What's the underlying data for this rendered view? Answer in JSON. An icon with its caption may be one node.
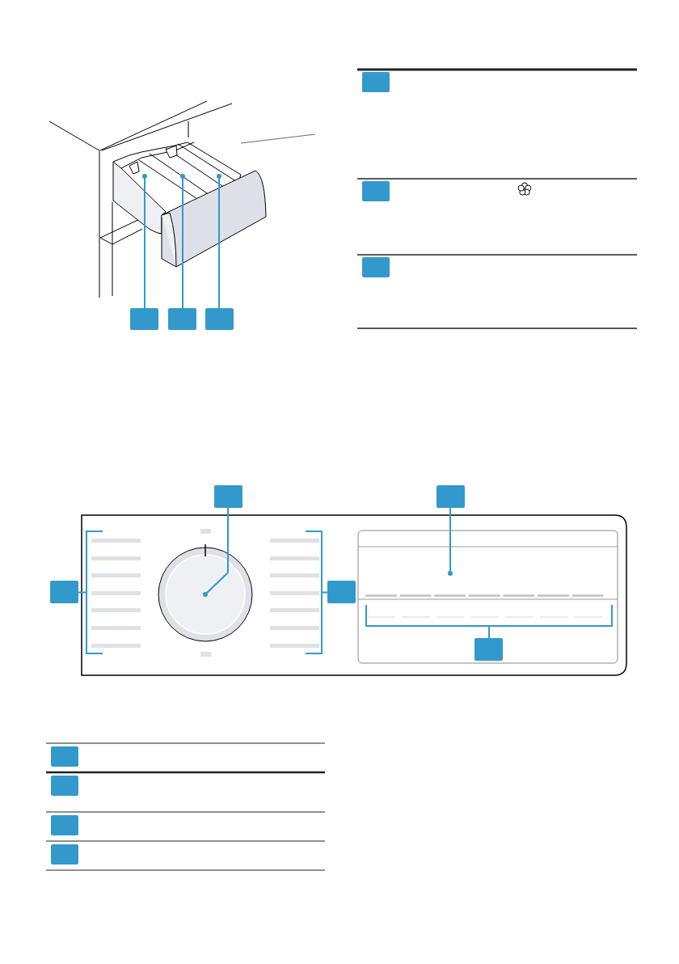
{
  "diagram": {
    "nodes": [
      {
        "text": [],
        "shape": "box"
      },
      {
        "text": [],
        "shape": "box"
      },
      {
        "text": [],
        "shape": "box"
      },
      {
        "text": [],
        "shape": "box"
      },
      {
        "text": [],
        "shape": "box"
      },
      {
        "text": [],
        "shape": "box"
      },
      {
        "text": [],
        "shape": "box"
      },
      {
        "text": [],
        "shape": "box"
      },
      {
        "text": [],
        "shape": "box"
      },
      {
        "text": [],
        "shape": "box"
      },
      {
        "text": [],
        "shape": "box"
      },
      {
        "text": [],
        "shape": "box"
      },
      {
        "text": [],
        "shape": "box"
      },
      {
        "text": [],
        "shape": "box"
      },
      {
        "text": [],
        "shape": "box"
      },
      {
        "text": [],
        "shape": "bracket"
      },
      {
        "text": [],
        "shape": "bracket"
      },
      {
        "text": [],
        "shape": "bracket"
      }
    ],
    "edges": [
      {
        "from": 0,
        "to": null,
        "arrow": "other"
      },
      {
        "from": 1,
        "to": null,
        "arrow": "other"
      },
      {
        "from": 2,
        "to": null,
        "arrow": "other"
      },
      {
        "from": 6,
        "to": null,
        "arrow": "other"
      },
      {
        "from": 7,
        "to": null,
        "arrow": "other"
      },
      {
        "from": 8,
        "to": 15,
        "arrow": "none"
      },
      {
        "from": 9,
        "to": 16,
        "arrow": "none"
      },
      {
        "from": 10,
        "to": 17,
        "arrow": "none"
      }
    ]
  }
}
